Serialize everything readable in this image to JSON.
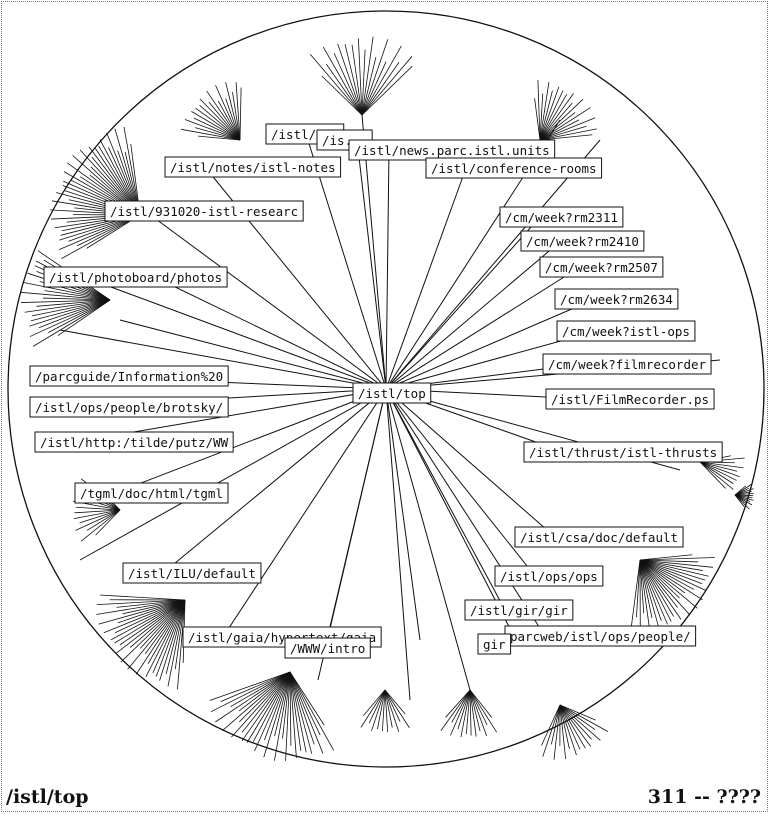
{
  "viewer": {
    "root_label": "/istl/top",
    "status_path": "/istl/top",
    "status_count": "311 -- ????"
  },
  "nodes": [
    {
      "id": "n1",
      "label": "/istl/..."
    },
    {
      "id": "n2",
      "label": "/is..."
    },
    {
      "id": "n3",
      "label": "/istl/news.parc.istl.units"
    },
    {
      "id": "n4",
      "label": "/istl/notes/istl-notes"
    },
    {
      "id": "n5",
      "label": "/istl/conference-rooms"
    },
    {
      "id": "n6",
      "label": "/istl/931020-istl-researc"
    },
    {
      "id": "n7",
      "label": "/cm/week?rm2311"
    },
    {
      "id": "n8",
      "label": "/cm/week?rm2410"
    },
    {
      "id": "n9",
      "label": "/cm/week?rm2507"
    },
    {
      "id": "n10",
      "label": "/istl/photoboard/photos"
    },
    {
      "id": "n11",
      "label": "/cm/week?rm2634"
    },
    {
      "id": "n12",
      "label": "/cm/week?istl-ops"
    },
    {
      "id": "n13",
      "label": "/cm/week?filmrecorder"
    },
    {
      "id": "n14",
      "label": "/parcguide/Information%20"
    },
    {
      "id": "n15",
      "label": "/istl/FilmRecorder.ps"
    },
    {
      "id": "n16",
      "label": "/istl/ops/people/brotsky/"
    },
    {
      "id": "n17",
      "label": "/istl/http:/tilde/putz/WW"
    },
    {
      "id": "n18",
      "label": "/istl/thrust/istl-thrusts"
    },
    {
      "id": "n19",
      "label": "/tgml/doc/html/tgml"
    },
    {
      "id": "n20",
      "label": "/istl/csa/doc/default"
    },
    {
      "id": "n21",
      "label": "/istl/ILU/default"
    },
    {
      "id": "n22",
      "label": "/istl/ops/ops"
    },
    {
      "id": "n23",
      "label": "/istl/gir/gir"
    },
    {
      "id": "n24",
      "label": "/istl/gaia/hypertext/gaia"
    },
    {
      "id": "n25",
      "label": "parcweb/istl/ops/people/"
    },
    {
      "id": "n26",
      "label": "/WWW/intro"
    },
    {
      "id": "n27",
      "label": "gir"
    }
  ]
}
